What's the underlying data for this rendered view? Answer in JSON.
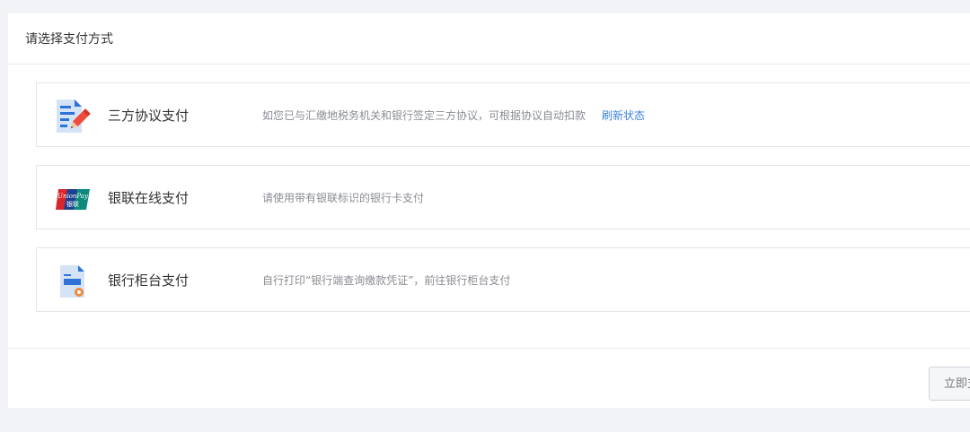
{
  "header": {
    "title": "请选择支付方式"
  },
  "options": [
    {
      "icon": "document-pen-icon",
      "title": "三方协议支付",
      "desc": "如您已与汇缴地税务机关和银行签定三方协议，可根据协议自动扣款",
      "link": "刷新状态"
    },
    {
      "icon": "unionpay-card-icon",
      "title": "银联在线支付",
      "desc": "请使用带有银联标识的银行卡支付",
      "icon_text_top": "UnionPay",
      "icon_text_bottom": "银联"
    },
    {
      "icon": "bank-receipt-icon",
      "title": "银行柜台支付",
      "desc": "自行打印“银行端查询缴款凭证”，前往银行柜台支付"
    }
  ],
  "footer": {
    "pay_button": "立即支付"
  },
  "colors": {
    "link": "#3b82e0",
    "page_bg": "#f2f3f7"
  }
}
